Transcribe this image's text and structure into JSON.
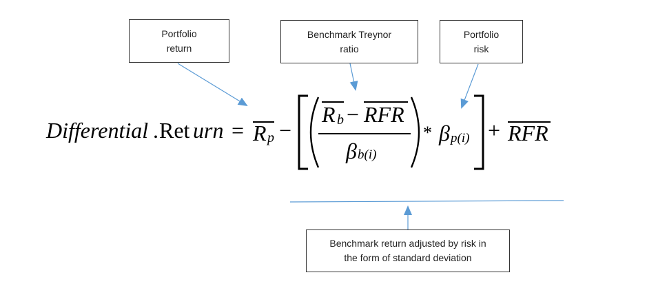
{
  "callouts": {
    "portfolio_return": [
      "Portfolio",
      "return"
    ],
    "treynor": [
      "Benchmark Treynor",
      "ratio"
    ],
    "portfolio_risk": [
      "Portfolio",
      "risk"
    ],
    "benchmark_adjusted": [
      "Benchmark return adjusted by risk in",
      "the form of standard deviation"
    ]
  },
  "formula": {
    "differential": "Differential",
    "dot": ".",
    "ret": "Ret",
    "urn": "urn",
    "equals": "=",
    "r": "R",
    "sub_p": "p",
    "minus": "−",
    "sub_b": "b",
    "rfr": "RFR",
    "beta": "β",
    "sub_b_i": "b(i)",
    "sub_p_i": "p(i)",
    "times": "*",
    "plus": "+"
  },
  "colors": {
    "arrow": "#5b9bd5",
    "box_border": "#333333"
  }
}
